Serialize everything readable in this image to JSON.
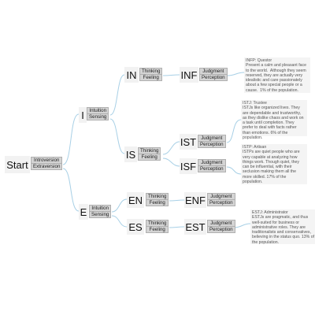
{
  "colors": {
    "edge": "#a8d0e6",
    "node_bg": "#f2f2f2",
    "label_bg": "#d4d4d4",
    "note_bg": "#f4f4f4"
  },
  "nodes": {
    "start": "Start",
    "i": "I",
    "e": "E",
    "in": "IN",
    "is": "IS",
    "en": "EN",
    "es": "ES",
    "inf": "INF",
    "ist": "IST",
    "isf": "ISF",
    "enf": "ENF",
    "est": "EST"
  },
  "labels": {
    "start": [
      "Introversion",
      "Extraversion"
    ],
    "i": [
      "Intuition",
      "Sensing"
    ],
    "e": [
      "Intuition",
      "Sensing"
    ],
    "in": [
      "Thinking",
      "Feeling"
    ],
    "is": [
      "Thinking",
      "Feeling"
    ],
    "en": [
      "Thinking",
      "Feeling"
    ],
    "es": [
      "Thinking",
      "Feeling"
    ],
    "inf": [
      "Judgment",
      "Perception"
    ],
    "ist": [
      "Judgment",
      "Perception"
    ],
    "isf": [
      "Judgment",
      "Perception"
    ],
    "enf": [
      "Judgment",
      "Perception"
    ],
    "est": [
      "Judgment",
      "Perception"
    ]
  },
  "notes": {
    "infp": "INFP: Questor\nPresent a calm and pleasant face to the world.  Although they seem reserved, they are actually very idealistic and care passionately about a few special people or a cause.  1% of the population.",
    "istj": "ISTJ: Trustee\nISTJs like organized lives. They are dependable and trustworthy, as they dislike chaos and work on a task until completion. They prefer to deal with facts rather than emotions. 6% of the population.",
    "istp": "ISTP: Artisan\nISTPs are quiet people who are very capable at analyzing how things work. Though quiet, they can be influential, with their seclusion making them all the more skilled. 17% of the population.",
    "estj": "ESTJ: Administrator\nESTJs are pragmatic, and thus well-suited for business or administrative roles. They are traditionalists and conservatives, believing in the status quo. 13% of the population."
  }
}
